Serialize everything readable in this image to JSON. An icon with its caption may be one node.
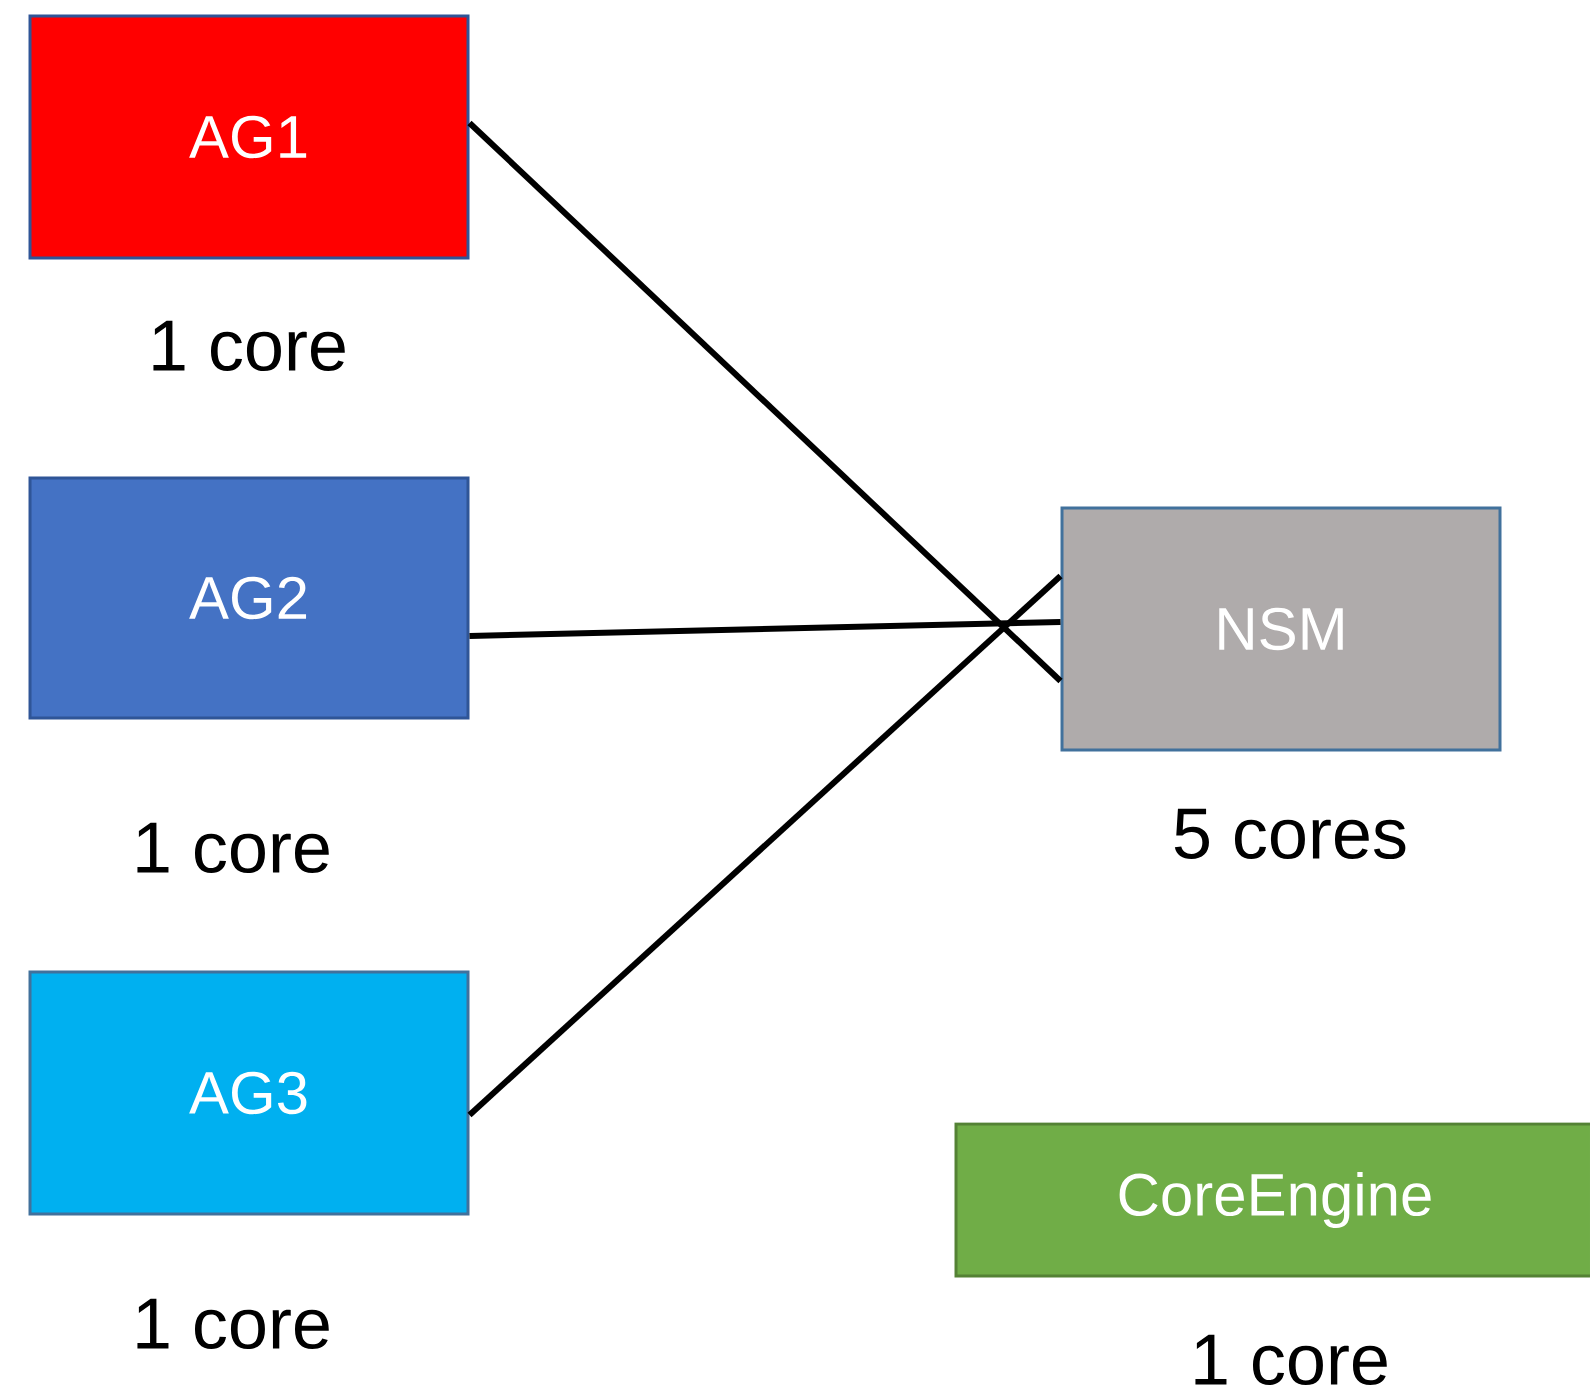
{
  "diagram": {
    "nodes": [
      {
        "text": [
          "AG1"
        ],
        "beside": [
          "1 core"
        ]
      },
      {
        "text": [
          "AG2"
        ],
        "beside": [
          "1 core"
        ]
      },
      {
        "text": [
          "AG3"
        ],
        "beside": [
          "1 core"
        ]
      },
      {
        "text": [
          "NSM"
        ],
        "beside": [
          "5 cores"
        ]
      },
      {
        "text": [
          "CoreEngine"
        ],
        "beside": [
          "1 core"
        ]
      }
    ],
    "edges": [
      {
        "from": 0,
        "to": 3,
        "arrow": "none"
      },
      {
        "from": 1,
        "to": 3,
        "arrow": "none"
      },
      {
        "from": 2,
        "to": 3,
        "arrow": "none"
      }
    ]
  }
}
